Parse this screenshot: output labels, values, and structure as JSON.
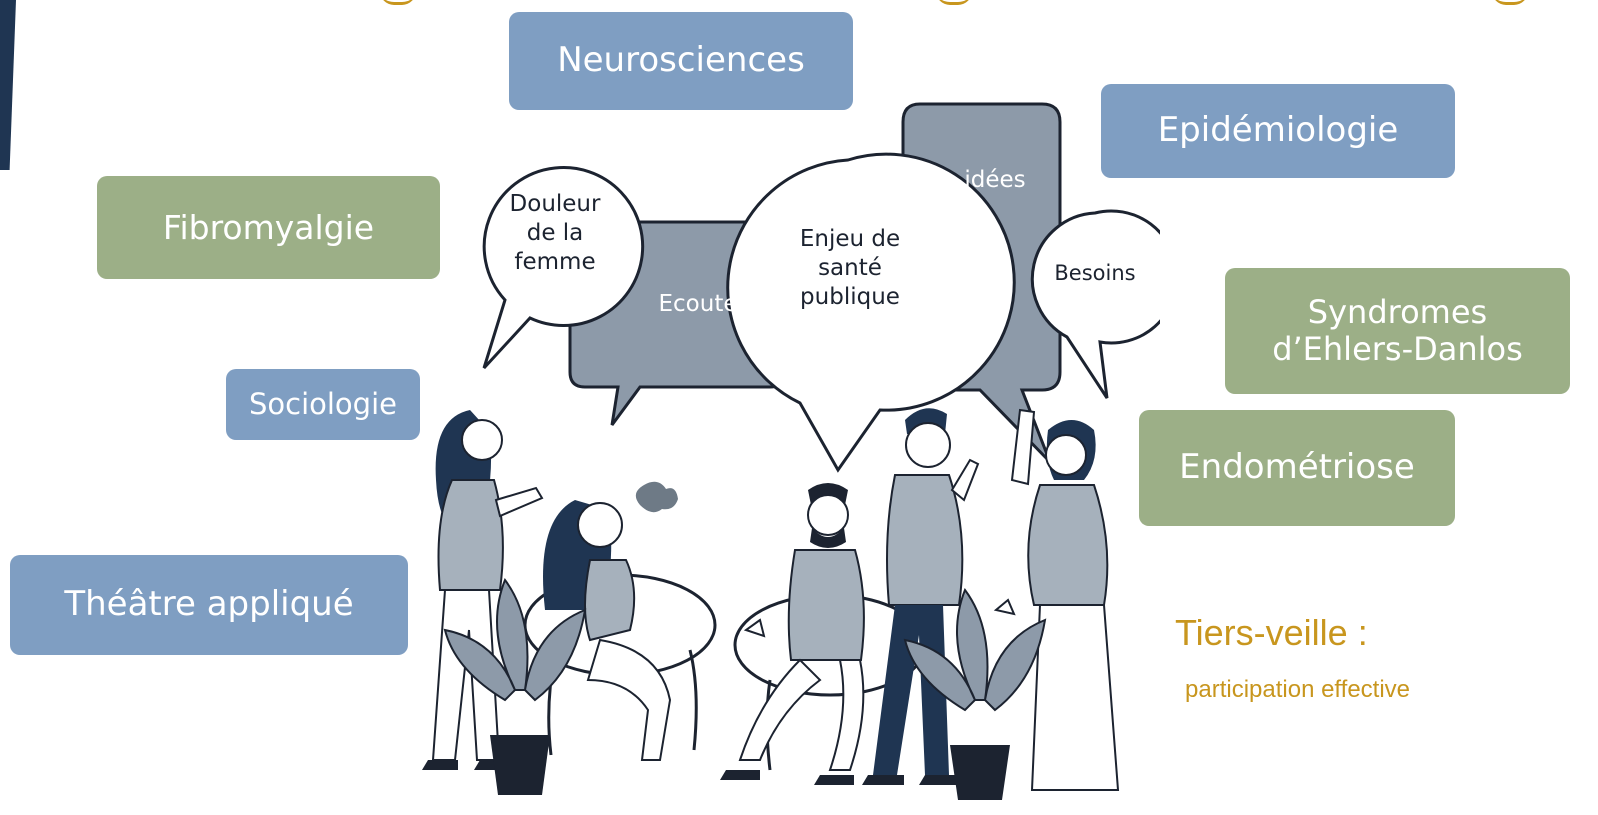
{
  "tags": {
    "neurosciences": "Neurosciences",
    "epidemiologie": "Epidémiologie",
    "fibromyalgie": "Fibromyalgie",
    "syndromes_line1": "Syndromes",
    "syndromes_line2": "d’Ehlers-Danlos",
    "sociologie": "Sociologie",
    "endometriose": "Endométriose",
    "theatre": "Théâtre appliqué"
  },
  "bubbles": {
    "douleur_line1": "Douleur",
    "douleur_line2": "de la",
    "douleur_line3": "femme",
    "ecoute": "Ecoute",
    "enjeu_line1": "Enjeu de",
    "enjeu_line2": "santé",
    "enjeu_line3": "publique",
    "idees": "idées",
    "besoins": "Besoins"
  },
  "note": {
    "title": "Tiers-veille :",
    "subtitle": "participation effective"
  },
  "colors": {
    "blue_tag": "#7f9ec2",
    "green_tag": "#9caf87",
    "accent_gold": "#c8961e",
    "navy": "#1f3552",
    "bubble_gray": "#8d9aa9",
    "figure_gray": "#a6b1bc"
  }
}
